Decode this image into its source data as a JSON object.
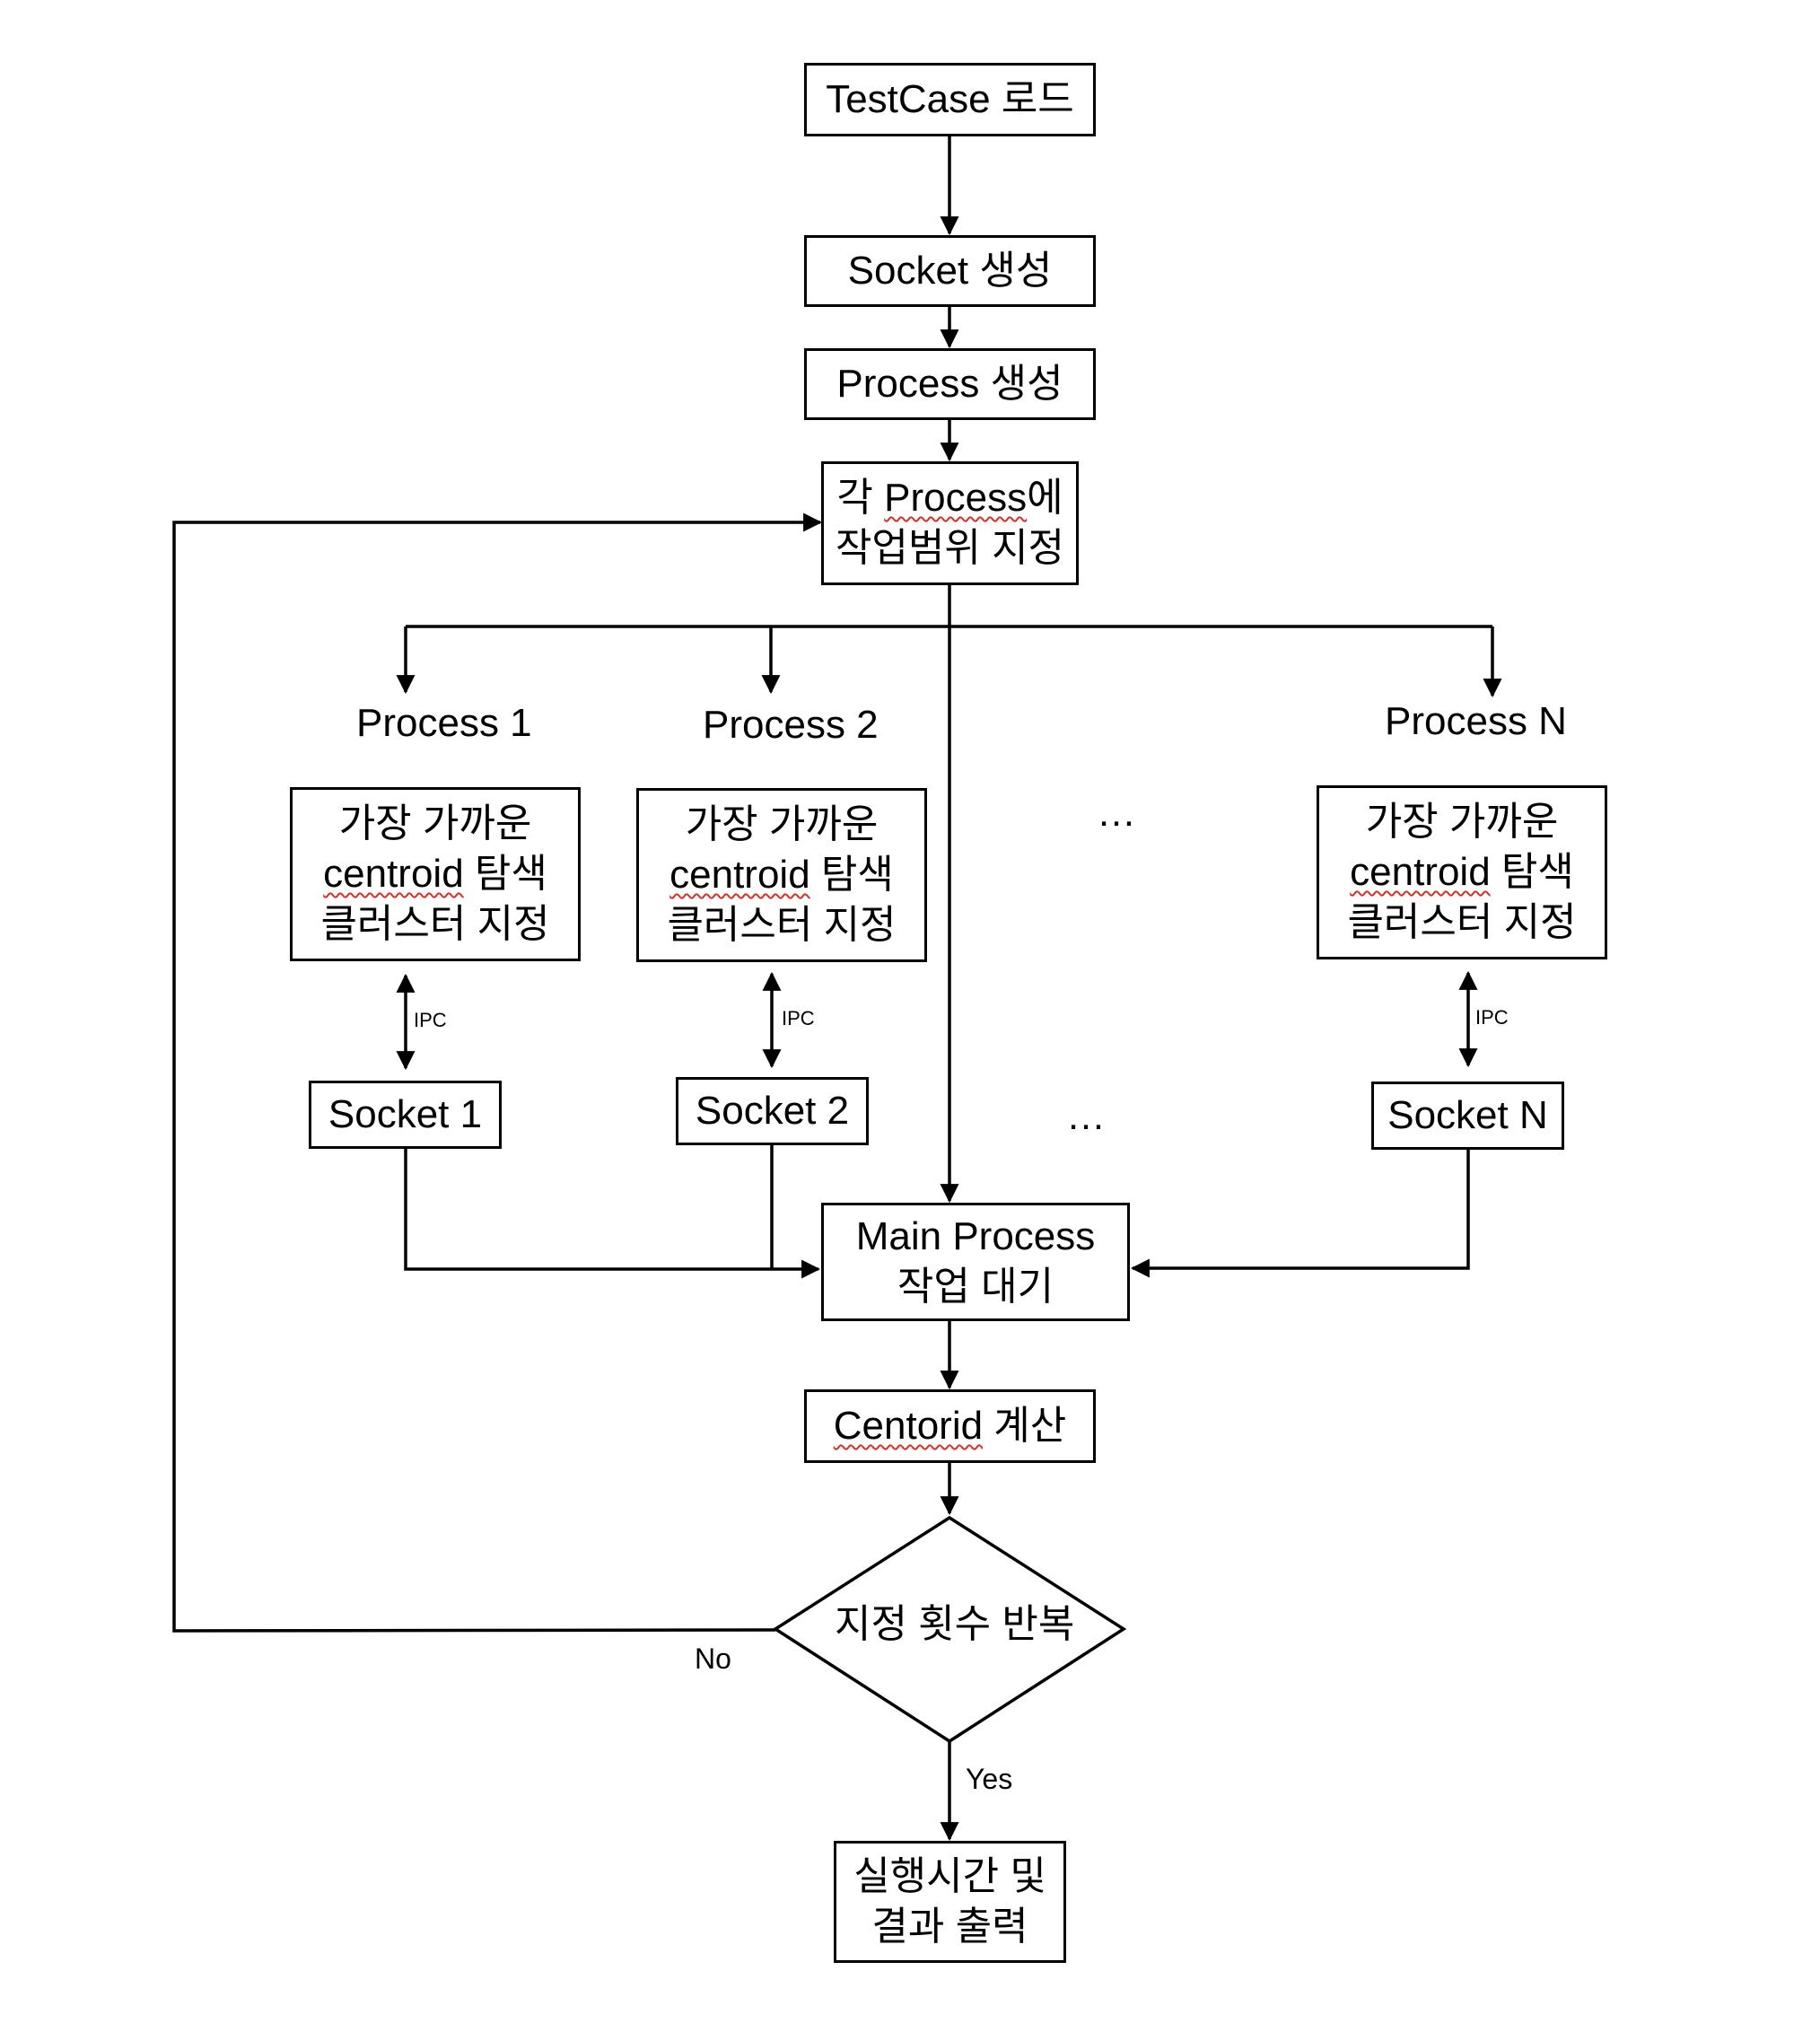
{
  "nodes": {
    "testcase": "TestCase 로드",
    "socket_create": "Socket 생성",
    "process_create": "Process 생성",
    "assign_range": {
      "line1_prefix": "각 ",
      "line1_word": "Process",
      "line1_suffix": "에",
      "line2": "작업범위 지정"
    },
    "workers": [
      {
        "title": "Process 1",
        "line1": "가장 가까운",
        "line2_word": "centroid",
        "line2_suffix": " 탐색",
        "line3": "클러스터 지정",
        "ipc": "IPC",
        "socket": "Socket 1"
      },
      {
        "title": "Process 2",
        "line1": "가장 가까운",
        "line2_word": "centroid",
        "line2_suffix": " 탐색",
        "line3": "클러스터 지정",
        "ipc": "IPC",
        "socket": "Socket 2"
      },
      {
        "title": "Process N",
        "line1": "가장 가까운",
        "line2_word": "centroid",
        "line2_suffix": " 탐색",
        "line3": "클러스터 지정",
        "ipc": "IPC",
        "socket": "Socket N"
      }
    ],
    "ellipsis_top": "…",
    "ellipsis_bottom": "…",
    "main_wait": {
      "line1": "Main Process",
      "line2": "작업 대기"
    },
    "centroid_calc": {
      "word": "Centorid",
      "suffix": " 계산"
    },
    "decision": "지정 횟수 반복",
    "end": {
      "line1": "실행시간 및",
      "line2": "결과 출력"
    }
  },
  "edges": {
    "no": "No",
    "yes": "Yes"
  }
}
